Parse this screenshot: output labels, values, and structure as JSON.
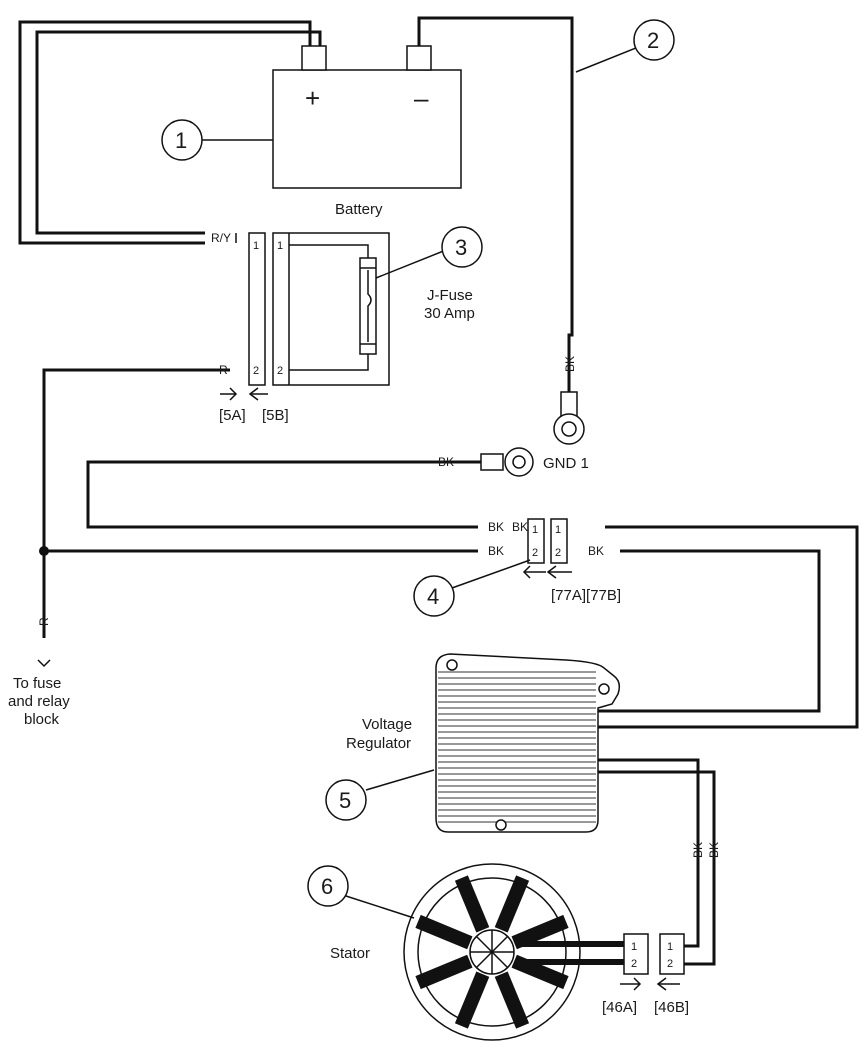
{
  "battery": {
    "label": "Battery",
    "plus": "+",
    "minus": "–"
  },
  "callouts": [
    "1",
    "2",
    "3",
    "4",
    "5",
    "6"
  ],
  "fuse": {
    "line1": "J-Fuse",
    "line2": "30 Amp"
  },
  "connector_5": {
    "a": "[5A]",
    "b": "[5B]",
    "pin1": "1",
    "pin2": "2"
  },
  "connector_77": {
    "ab": "[77A][77B]",
    "pin1": "1",
    "pin2": "2"
  },
  "connector_46": {
    "a": "[46A]",
    "b": "[46B]",
    "pin1": "1",
    "pin2": "2"
  },
  "wires": {
    "ry": "R/Y",
    "r": "R",
    "bk": "BK"
  },
  "gnd": {
    "label": "GND 1"
  },
  "fuse_block": {
    "line1": "To fuse",
    "line2": "and relay",
    "line3": "block"
  },
  "regulator": {
    "line1": "Voltage",
    "line2": "Regulator"
  },
  "stator": {
    "label": "Stator"
  }
}
